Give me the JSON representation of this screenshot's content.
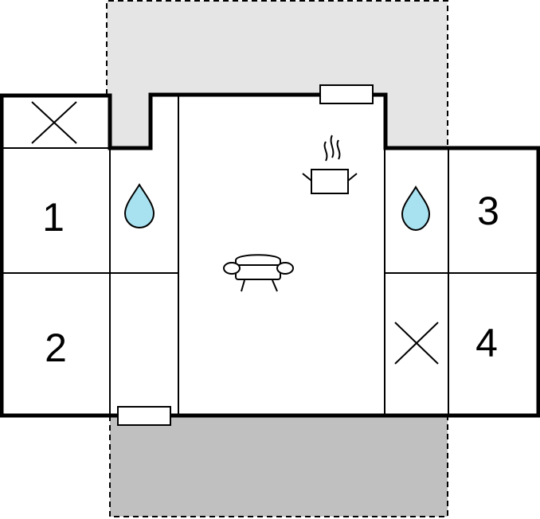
{
  "rooms": {
    "bedroom_1": {
      "number": "1"
    },
    "bedroom_2": {
      "number": "2"
    },
    "bedroom_3": {
      "number": "3"
    },
    "bedroom_4": {
      "number": "4"
    }
  },
  "colors": {
    "upper_terrace": "#e5e5e5",
    "lower_terrace": "#c0c0c0",
    "walls": "#000000",
    "water_drop": "#a8e2f0",
    "background": "#ffffff"
  },
  "icons": [
    "cross-icon",
    "water-drop-icon",
    "cooking-pot-icon",
    "sofa-icon",
    "window-icon"
  ]
}
